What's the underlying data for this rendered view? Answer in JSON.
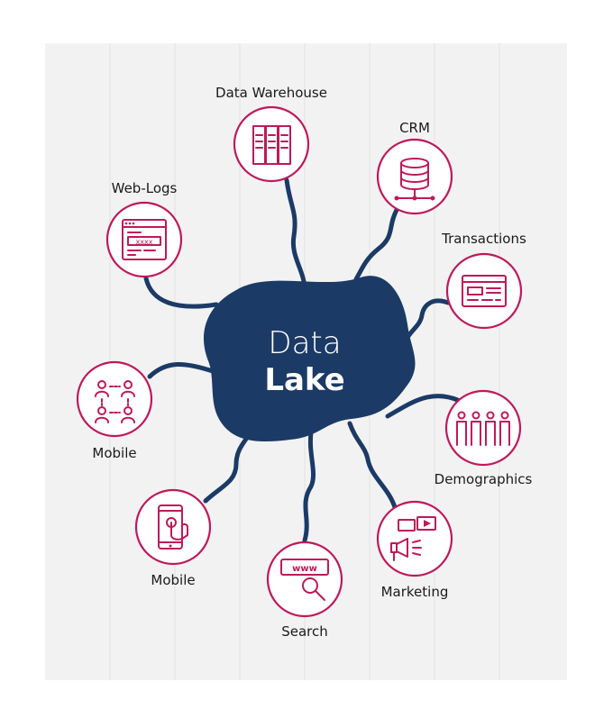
{
  "colors": {
    "background_panel": "#f2f2f2",
    "grid": "#e2e2e2",
    "lake": "#1b3a66",
    "accent": "#c0185a",
    "text": "#1a1a1a"
  },
  "center": {
    "line1": "Data",
    "line2": "Lake"
  },
  "nodes": [
    {
      "id": "data-warehouse",
      "label": "Data Warehouse",
      "icon": "server-rack-icon"
    },
    {
      "id": "crm",
      "label": "CRM",
      "icon": "database-icon"
    },
    {
      "id": "transactions",
      "label": "Transactions",
      "icon": "browser-window-icon"
    },
    {
      "id": "demographics",
      "label": "Demographics",
      "icon": "people-group-icon"
    },
    {
      "id": "marketing",
      "label": "Marketing",
      "icon": "megaphone-icon"
    },
    {
      "id": "search",
      "label": "Search",
      "icon": "www-search-icon"
    },
    {
      "id": "mobile-phone",
      "label": "Mobile",
      "icon": "smartphone-touch-icon"
    },
    {
      "id": "mobile-network",
      "label": "Mobile",
      "icon": "user-network-icon"
    },
    {
      "id": "web-logs",
      "label": "Web-Logs",
      "icon": "login-form-icon"
    }
  ],
  "login_form_text": "xxxx",
  "search_bar_text": "www"
}
